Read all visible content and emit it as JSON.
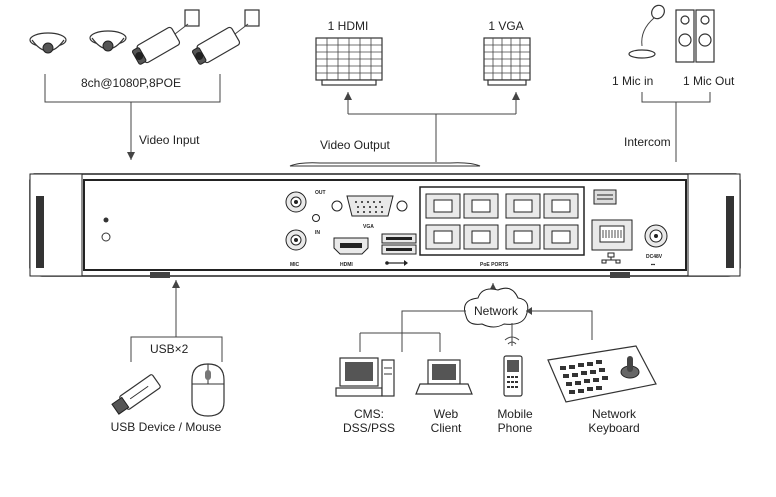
{
  "labels": {
    "cameras": "8ch@1080P,8POE",
    "video_input": "Video Input",
    "hdmi": "1 HDMI",
    "vga": "1 VGA",
    "video_output": "Video Output",
    "mic_in": "1 Mic in",
    "mic_out": "1 Mic Out",
    "intercom": "Intercom",
    "usb_count": "USB×2",
    "usb_device": "USB Device / Mouse",
    "network": "Network",
    "cms_line1": "CMS:",
    "cms_line2": "DSS/PSS",
    "web_line1": "Web",
    "web_line2": "Client",
    "mobile_line1": "Mobile",
    "mobile_line2": "Phone",
    "keyboard_line1": "Network",
    "keyboard_line2": "Keyboard"
  },
  "panel": {
    "out": "OUT",
    "in": "IN",
    "mic": "MIC",
    "vga": "VGA",
    "hdmi": "HDMI",
    "poe_ports": "PoE PORTS",
    "dc": "DC48V",
    "dc_sub": "⎓"
  },
  "colors": {
    "line": "#444444",
    "device_fill": "#ffffff",
    "panel_dark": "#555555"
  }
}
